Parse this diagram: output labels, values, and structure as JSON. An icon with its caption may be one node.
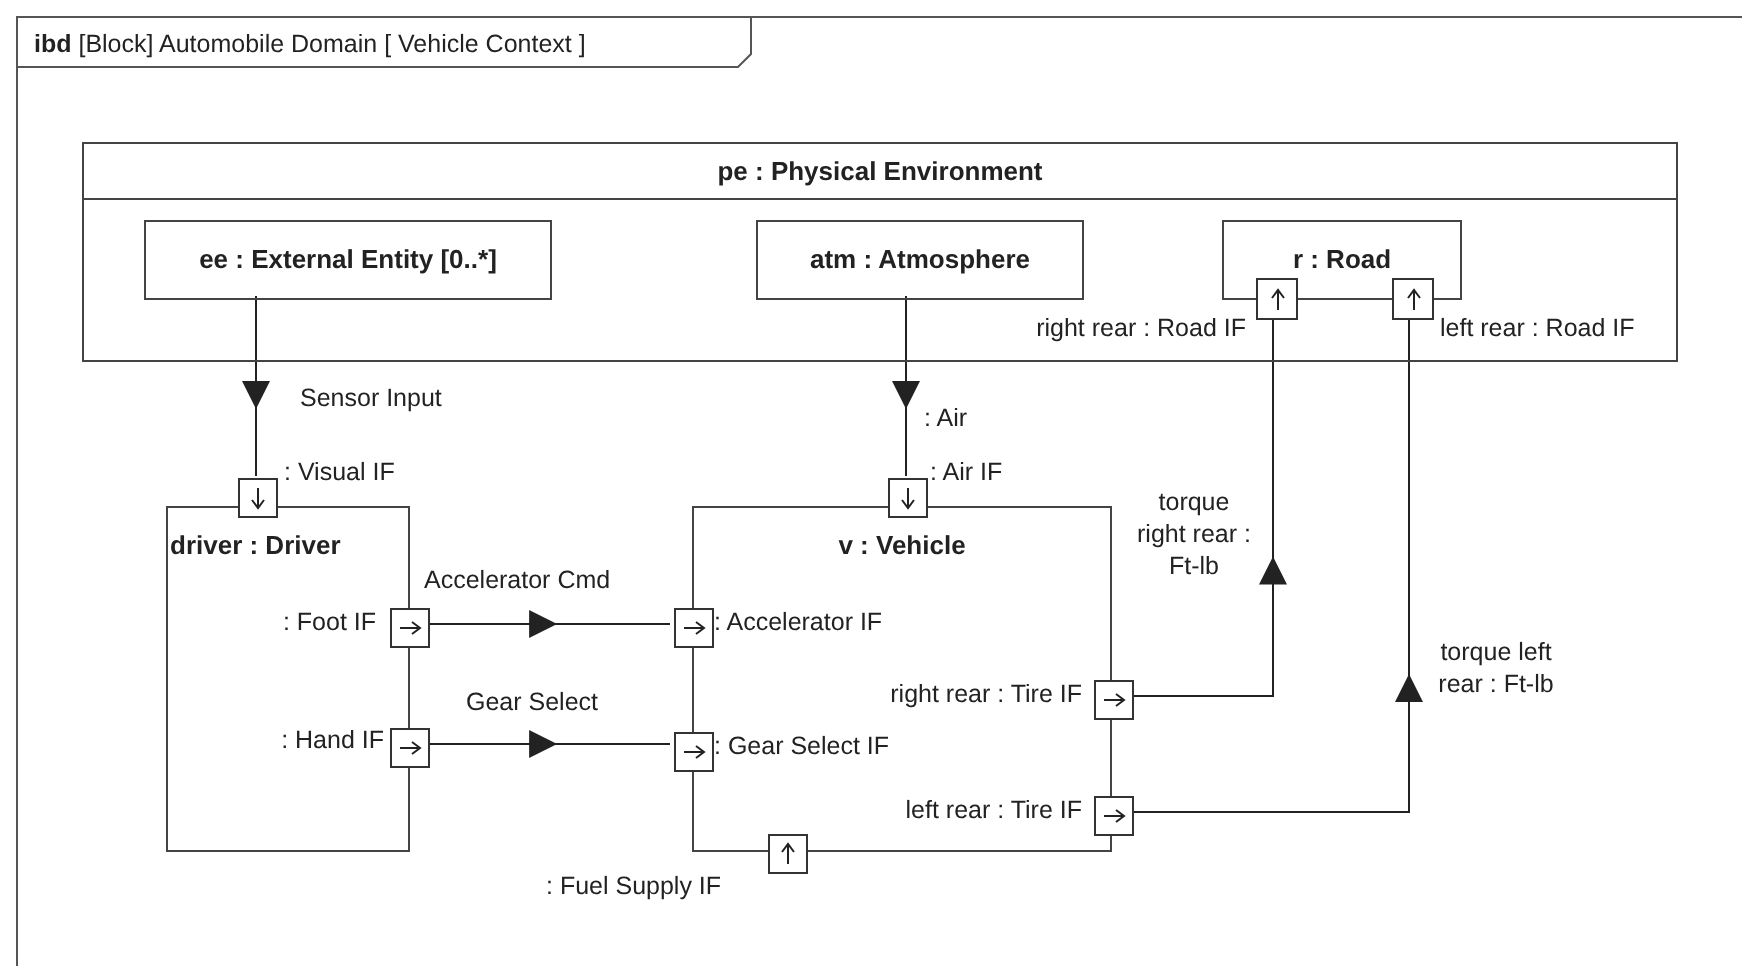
{
  "diagram": {
    "nodes": [
      {
        "text": [
          "**ibd** [Block] Automobile Domain [ Vehicle Context ]"
        ]
      },
      {
        "text": [
          "pe : Physical Environment"
        ],
        "in": 0
      },
      {
        "text": [
          "ee : External Entity [0..*]"
        ],
        "in": 1
      },
      {
        "text": [
          "atm : Atmosphere"
        ],
        "in": 1
      },
      {
        "text": [
          "r : Road"
        ],
        "in": 1
      },
      {
        "text": [
          "driver : Driver"
        ],
        "in": 0
      },
      {
        "text": [
          "v : Vehicle"
        ],
        "in": 0
      },
      {
        "text": [],
        "shape": "box",
        "in": 1,
        "beside": [
          "right rear : Road IF"
        ]
      },
      {
        "text": [],
        "shape": "box",
        "in": 1,
        "beside": [
          "left rear : Road IF"
        ]
      },
      {
        "text": [],
        "shape": "box",
        "in": 0,
        "beside": [
          ": Visual IF"
        ]
      },
      {
        "text": [],
        "shape": "box",
        "in": 5,
        "beside": [
          ": Foot IF"
        ]
      },
      {
        "text": [],
        "shape": "box",
        "in": 5,
        "beside": [
          ": Hand IF"
        ]
      },
      {
        "text": [],
        "shape": "box",
        "in": 0,
        "beside": [
          ": Air IF"
        ]
      },
      {
        "text": [],
        "shape": "box",
        "in": 6,
        "beside": [
          ": Accelerator IF"
        ]
      },
      {
        "text": [],
        "shape": "box",
        "in": 6,
        "beside": [
          ": Gear Select IF"
        ]
      },
      {
        "text": [],
        "shape": "box",
        "in": 6,
        "beside": [
          "right rear : Tire IF"
        ]
      },
      {
        "text": [],
        "shape": "box",
        "in": 6,
        "beside": [
          "left rear : Tire IF"
        ]
      },
      {
        "text": [],
        "shape": "box",
        "in": 6,
        "beside": [
          ": Fuel Supply IF"
        ]
      }
    ],
    "edges": [
      {
        "from": 2,
        "to": 9,
        "arrow": "to",
        "label": "Sensor Input"
      },
      {
        "from": 3,
        "to": 12,
        "arrow": "to",
        "label": ": Air"
      },
      {
        "from": 10,
        "to": 13,
        "arrow": "to",
        "label": "Accelerator Cmd"
      },
      {
        "from": 11,
        "to": 14,
        "arrow": "to",
        "label": "Gear Select"
      },
      {
        "from": 15,
        "to": 7,
        "arrow": "to",
        "label": "torque right rear : Ft-lb"
      },
      {
        "from": 16,
        "to": 8,
        "arrow": "to",
        "label": "torque left rear : Ft-lb"
      }
    ]
  }
}
